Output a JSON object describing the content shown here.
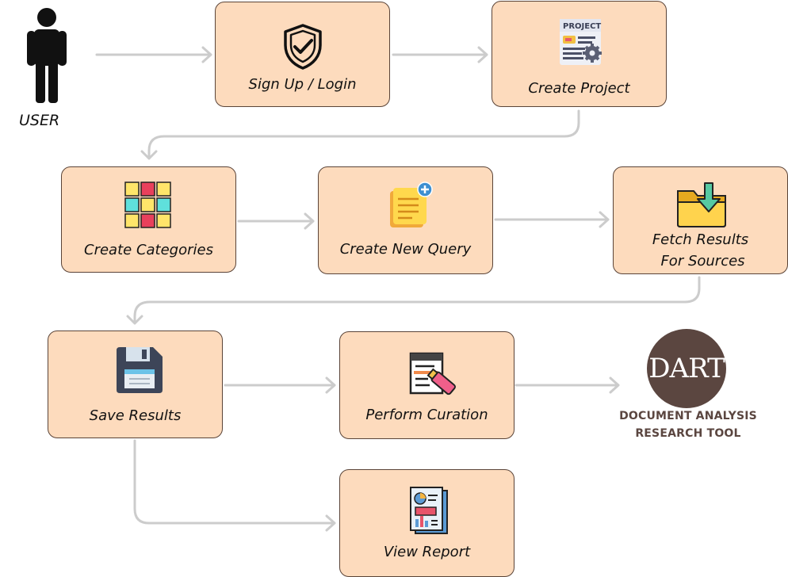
{
  "actor": {
    "label": "USER"
  },
  "steps": {
    "signup": "Sign Up / Login",
    "create_project": "Create Project",
    "project_icon_text": "PROJECT",
    "create_categories": "Create Categories",
    "create_query": "Create New Query",
    "fetch_line1": "Fetch Results",
    "fetch_line2": "For Sources",
    "save_results": "Save Results",
    "perform_curation": "Perform Curation",
    "view_report": "View Report"
  },
  "logo": {
    "name": "DART",
    "sub_line1": "DOCUMENT ANALYSIS",
    "sub_line2": "RESEARCH TOOL"
  },
  "colors": {
    "box_fill": "#fddbbd",
    "box_border": "#5a4438",
    "connector": "#cccccc",
    "logo": "#5b4640"
  }
}
